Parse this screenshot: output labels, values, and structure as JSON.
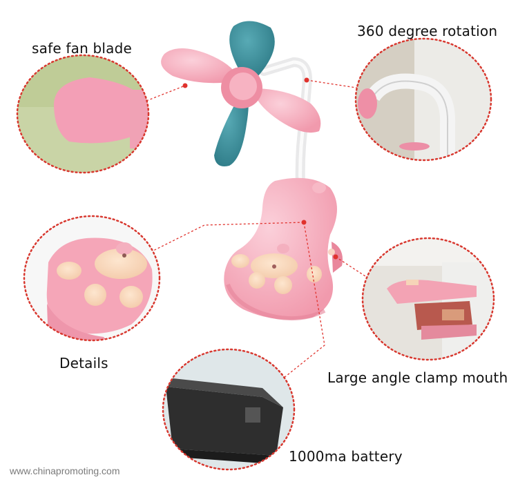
{
  "labels": {
    "safe_fan_blade": "safe fan blade",
    "rotation": "360 degree rotation",
    "details": "Details",
    "clamp": "Large angle clamp mouth",
    "battery": "1000ma battery"
  },
  "watermark": "www.chinapromoting.com",
  "colors": {
    "pink": "#f6a9b8",
    "pink_light": "#f9c4cf",
    "teal": "#3f8f9b",
    "dot_line": "#e0322d",
    "circle_border": "#d8382f"
  }
}
